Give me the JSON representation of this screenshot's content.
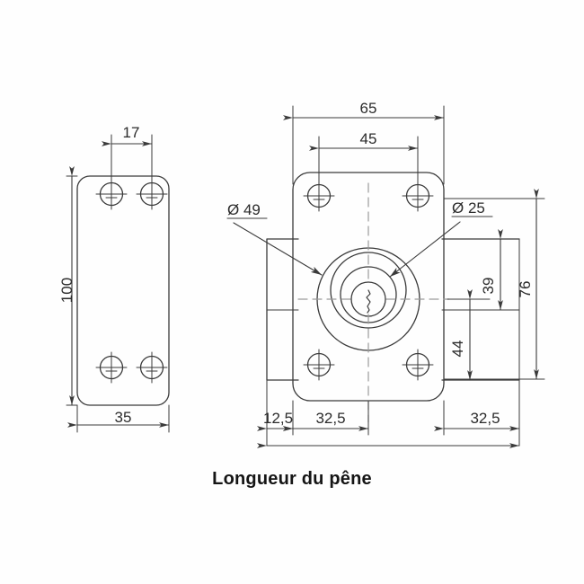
{
  "drawing": {
    "title_caption": "Longueur du pêne",
    "background_color": "#fefefe",
    "line_color": "#3a3a3a",
    "text_color": "#2b2b2b",
    "views": {
      "left_view": {
        "name": "back-plate-view",
        "dimensions": {
          "hole_spacing_horizontal": "17",
          "plate_height": "100",
          "plate_width": "35"
        }
      },
      "right_view": {
        "name": "front-lock-body-view",
        "dimensions": {
          "body_width": "65",
          "hole_spacing": "45",
          "bolt_projection": "12,5",
          "half_width_left": "32,5",
          "half_width_right": "32,5",
          "total_height": "76",
          "upper_height": "39",
          "lower_height": "44"
        },
        "callouts": {
          "outer_ring": "Ø 49",
          "inner_ring": "Ø 25"
        }
      }
    }
  }
}
